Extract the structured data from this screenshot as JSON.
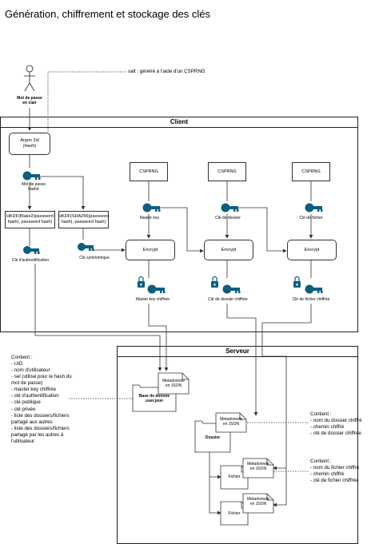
{
  "title": "Génération, chiffrement et stockage des clés",
  "actor": {
    "label": "Mot de passe\nen clair"
  },
  "salt_note": "salt : généré à l'aide d'un CSPRNG",
  "client": {
    "header": "Client",
    "argon": "Argon 2id\n(Hash)",
    "hashed_key_label": "Mot de passe\nhashé",
    "hkdf_blake": "HKDF(Blake2(password\nhash), password hash)",
    "hkdf_sha": "HKDF(SHA256(password\nhash), password hash)",
    "auth_key_label": "Clé d'authentification",
    "sym_key_label": "Clé symmétrique",
    "csprng_1": "CSPRNG",
    "csprng_2": "CSPRNG",
    "csprng_3": "CSPRNG",
    "master_key_label": "Master key",
    "folder_key_label": "Clé de dossier",
    "file_key_label": "Clé de fichier",
    "encrypt_1": "Encrypt",
    "encrypt_2": "Encrypt",
    "encrypt_3": "Encrypt",
    "master_enc_label": "Master key chiffrée",
    "folder_enc_label": "Clé de dossier chiffrée",
    "file_enc_label": "Clé de fichier chiffrée"
  },
  "server": {
    "header": "Serveur",
    "user_db": "Base de donnée\nuser.json",
    "metadata_user": "Metadonnée\nen JSON",
    "folder": "Dossier",
    "metadata_folder": "Metadonnée\nen JSON",
    "file_1": "Fichier",
    "metadata_file_1": "Metadonnée\nen JSON",
    "file_2": "Fichier",
    "metadata_file_2": "Metadonnée\nen JSON"
  },
  "notes": {
    "user_contents": "Contient :\n- UID\n- nom d'utilisateur\n- sel (utilisé pour le hash du\nmot de passe)\n- master key chiffrée\n- clé d'authentification\n- clé publique\n- clé privée\n- liste des dossiers/fichiers\npartagé aux autres\n- liste des dossiers/fichiers\npartagé par les autres à\nl'utilisateur",
    "folder_contents": "Contient :\n- nom du dossier chiffré\n- chemin chiffré\n- clé de dossier chiffrée",
    "file_contents": "Contient :\n- nom du fichier chiffré\n- chemin chiffré\n- clé de fichier chiffrée"
  },
  "colors": {
    "key": "#0d5f7e",
    "line": "#333333"
  }
}
